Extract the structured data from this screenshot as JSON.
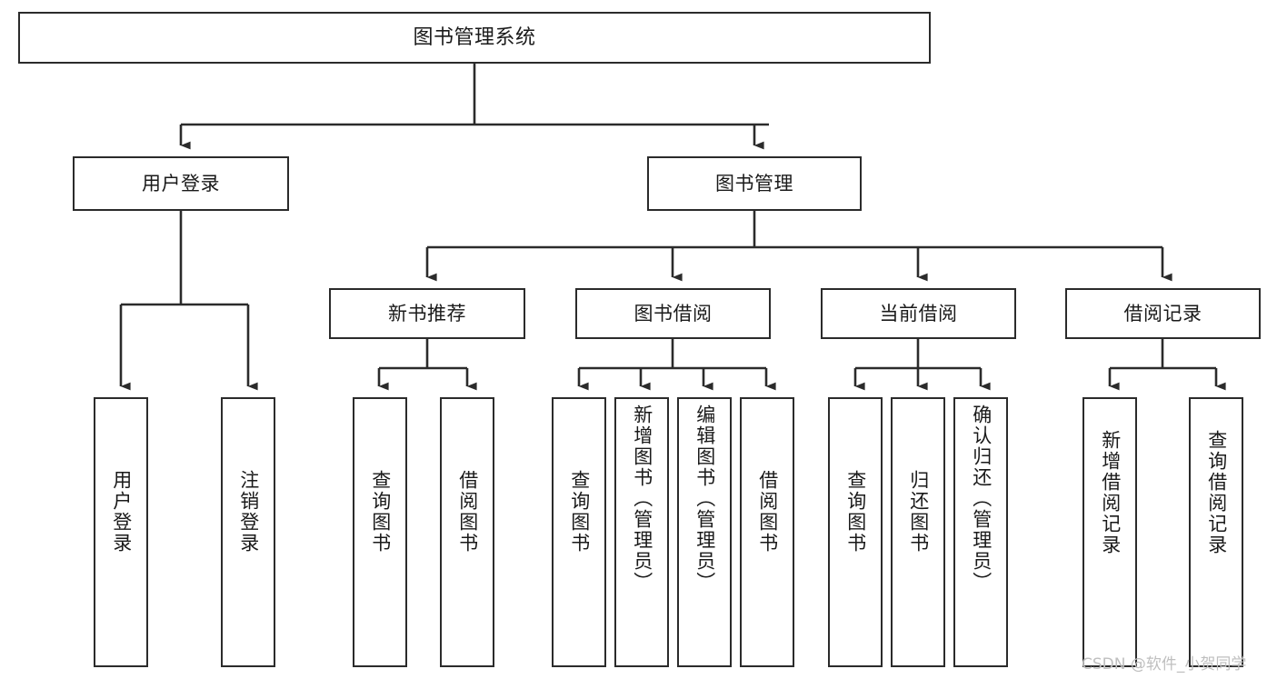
{
  "diagram": {
    "title": "图书管理系统",
    "type": "tree-hierarchy",
    "nodes": {
      "root": {
        "label": "图书管理系统"
      },
      "l2": [
        {
          "id": "user-login",
          "label": "用户登录"
        },
        {
          "id": "book-manage",
          "label": "图书管理"
        }
      ],
      "l3": [
        {
          "id": "new-book-rec",
          "label": "新书推荐"
        },
        {
          "id": "book-borrow",
          "label": "图书借阅"
        },
        {
          "id": "current-borrow",
          "label": "当前借阅"
        },
        {
          "id": "borrow-record",
          "label": "借阅记录"
        }
      ],
      "leaves": [
        {
          "id": "leaf-user-login",
          "label": "用户登录"
        },
        {
          "id": "leaf-logout-login",
          "label": "注销登录"
        },
        {
          "id": "leaf-query-book-1",
          "label": "查询图书"
        },
        {
          "id": "leaf-borrow-book-1",
          "label": "借阅图书"
        },
        {
          "id": "leaf-query-book-2",
          "label": "查询图书"
        },
        {
          "id": "leaf-add-book",
          "label": "新增图书（管理员）"
        },
        {
          "id": "leaf-edit-book",
          "label": "编辑图书（管理员）"
        },
        {
          "id": "leaf-borrow-book-2",
          "label": "借阅图书"
        },
        {
          "id": "leaf-query-book-3",
          "label": "查询图书"
        },
        {
          "id": "leaf-return-book",
          "label": "归还图书"
        },
        {
          "id": "leaf-confirm-return",
          "label": "确认归还（管理员）"
        },
        {
          "id": "leaf-add-record",
          "label": "新增借阅记录"
        },
        {
          "id": "leaf-query-record",
          "label": "查询借阅记录"
        }
      ]
    }
  },
  "watermark": {
    "text": "CSDN @软件_小贺同学"
  },
  "colors": {
    "border": "#2b2b2b",
    "background": "#ffffff",
    "text": "#1a1a1a",
    "watermark": "#bfbfbf"
  }
}
